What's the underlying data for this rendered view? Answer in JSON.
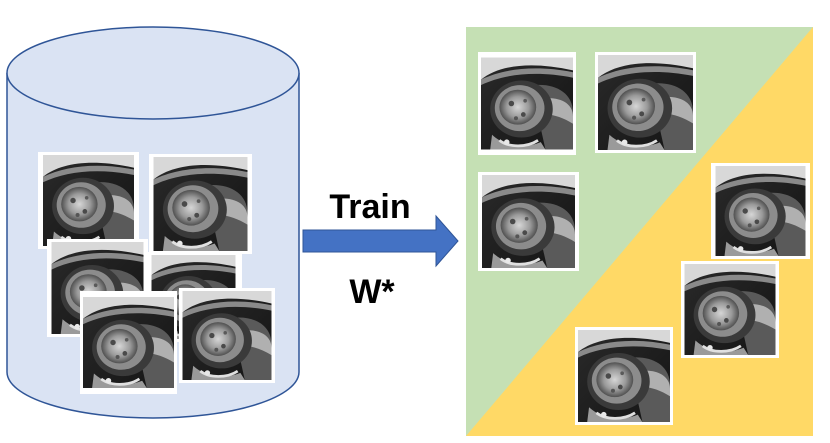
{
  "arrow": {
    "label_top": "Train",
    "label_bottom": "W*",
    "color": "#4472c4"
  },
  "dataset": {
    "body_fill": "#dae3f3",
    "stroke": "#2f5597",
    "image_count": 6,
    "images": [
      {
        "icon": "cardiac-mri-slice-icon"
      },
      {
        "icon": "cardiac-mri-slice-icon"
      },
      {
        "icon": "cardiac-mri-slice-icon"
      },
      {
        "icon": "cardiac-mri-slice-icon"
      },
      {
        "icon": "cardiac-mri-slice-icon"
      },
      {
        "icon": "cardiac-mri-slice-icon"
      }
    ]
  },
  "partition": {
    "upper_region_color": "#c5e0b4",
    "lower_region_color": "#ffd966",
    "upper_images": 3,
    "lower_images": 3
  }
}
